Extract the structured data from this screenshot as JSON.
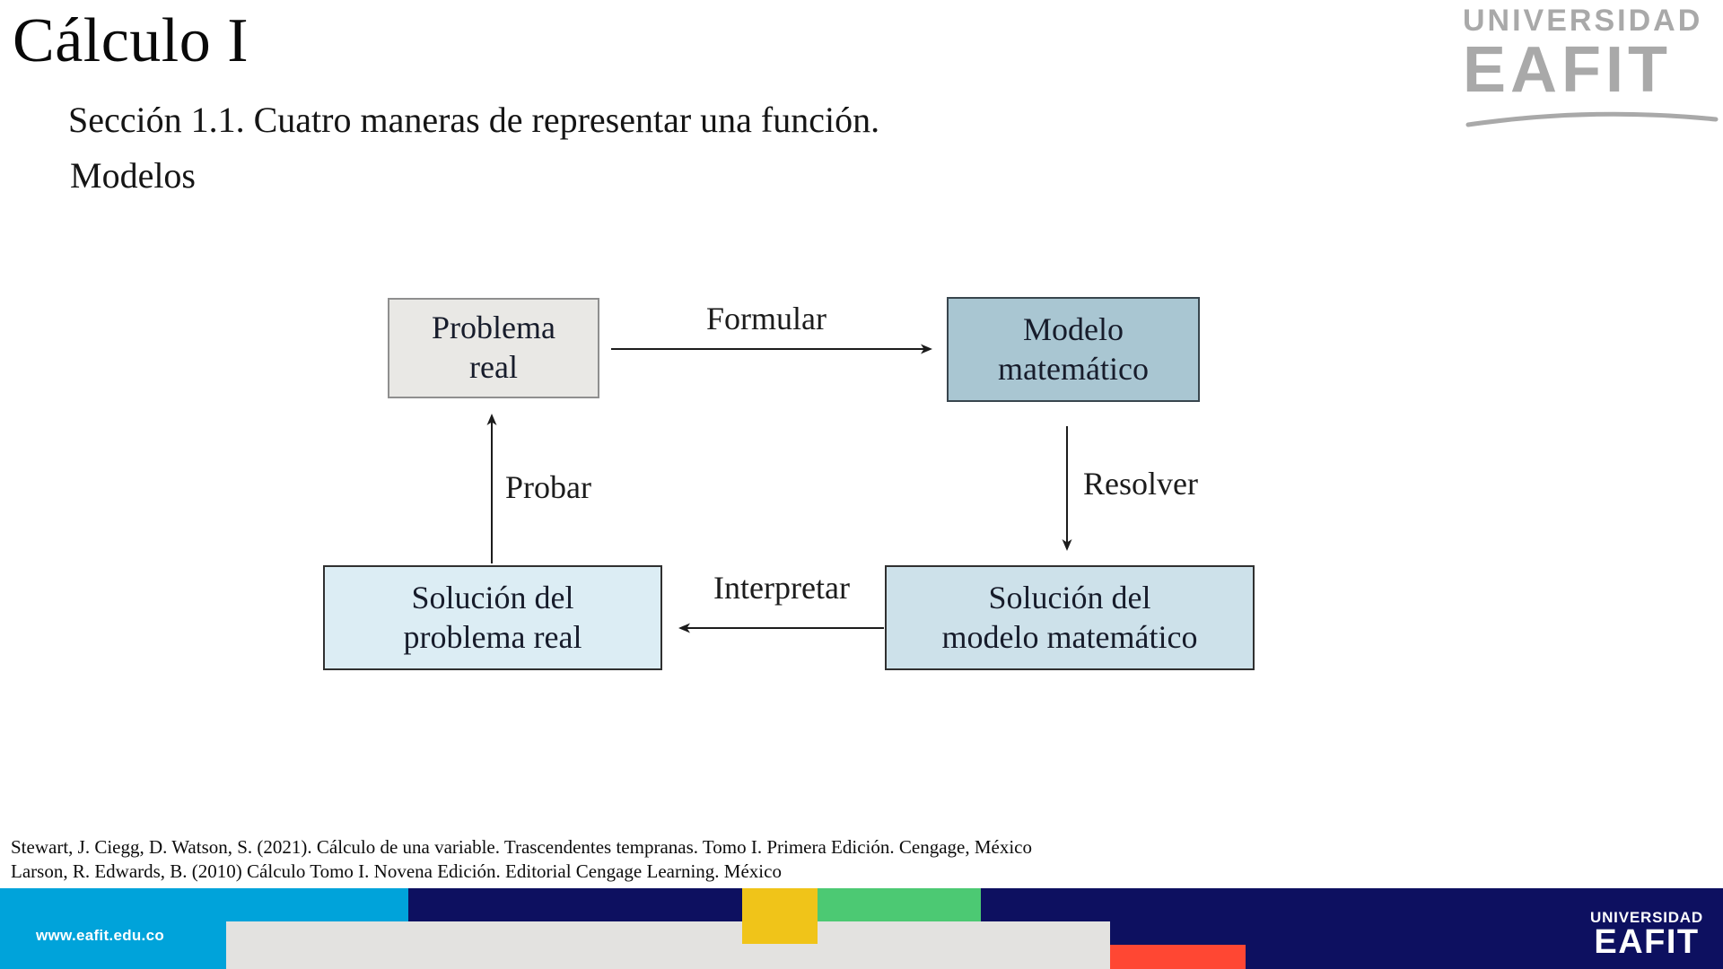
{
  "slide": {
    "title": "Cálculo I",
    "heading_line1": "Sección 1.1. Cuatro maneras de representar una función.",
    "heading_line2": "Modelos"
  },
  "logo_top": {
    "line1": "UNIVERSIDAD",
    "line2": "EAFIT",
    "color": "#a9a9a9"
  },
  "diagram": {
    "boxes": [
      {
        "id": "problema-real",
        "line1": "Problema",
        "line2": "real",
        "bg": "#e9e8e5"
      },
      {
        "id": "modelo-matematico",
        "line1": "Modelo",
        "line2": "matemático",
        "bg": "#a9c6d2"
      },
      {
        "id": "solucion-problema-real",
        "line1": "Solución del",
        "line2": "problema real",
        "bg": "#dcedf4"
      },
      {
        "id": "solucion-modelo-matematico",
        "line1": "Solución del",
        "line2": "modelo matemático",
        "bg": "#cde1ea"
      }
    ],
    "arrows": [
      {
        "label": "Formular",
        "from": "problema-real",
        "to": "modelo-matematico",
        "direction": "right"
      },
      {
        "label": "Resolver",
        "from": "modelo-matematico",
        "to": "solucion-modelo-matematico",
        "direction": "down"
      },
      {
        "label": "Interpretar",
        "from": "solucion-modelo-matematico",
        "to": "solucion-problema-real",
        "direction": "left"
      },
      {
        "label": "Probar",
        "from": "solucion-problema-real",
        "to": "problema-real",
        "direction": "up"
      }
    ]
  },
  "references": {
    "line1": "Stewart, J. Ciegg, D. Watson, S. (2021). Cálculo de una variable. Trascendentes tempranas. Tomo I. Primera Edición. Cengage, México",
    "line2": "Larson, R. Edwards, B. (2010) Cálculo Tomo I. Novena Edición. Editorial Cengage Learning. México"
  },
  "footer": {
    "url": "www.eafit.edu.co",
    "logo_line1": "UNIVERSIDAD",
    "logo_line2": "EAFIT",
    "colors": {
      "light_blue": "#00a3da",
      "navy": "#0d1060",
      "yellow": "#f0c419",
      "green": "#4cc973",
      "gray": "#e3e2e0",
      "red": "#ff4733"
    }
  }
}
